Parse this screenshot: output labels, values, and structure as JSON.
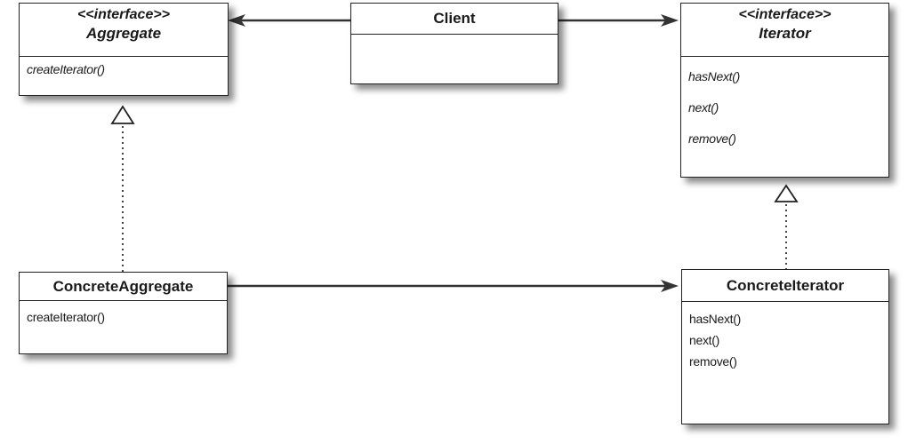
{
  "classes": {
    "aggregate": {
      "stereotype": "<<interface>>",
      "name": "Aggregate",
      "methods": [
        "createIterator()"
      ]
    },
    "client": {
      "name": "Client"
    },
    "iterator": {
      "stereotype": "<<interface>>",
      "name": "Iterator",
      "methods": [
        "hasNext()",
        "next()",
        "remove()"
      ]
    },
    "concrete_aggregate": {
      "name": "ConcreteAggregate",
      "methods": [
        "createIterator()"
      ]
    },
    "concrete_iterator": {
      "name": "ConcreteIterator",
      "methods": [
        "hasNext()",
        "next()",
        "remove()"
      ]
    }
  },
  "relationships": [
    {
      "from": "Client",
      "to": "Aggregate",
      "type": "association"
    },
    {
      "from": "Client",
      "to": "Iterator",
      "type": "association"
    },
    {
      "from": "ConcreteAggregate",
      "to": "Aggregate",
      "type": "realization"
    },
    {
      "from": "ConcreteIterator",
      "to": "Iterator",
      "type": "realization"
    },
    {
      "from": "ConcreteAggregate",
      "to": "ConcreteIterator",
      "type": "association"
    }
  ],
  "colors": {
    "line": "#333333",
    "box_border": "#222222",
    "background": "#ffffff"
  }
}
